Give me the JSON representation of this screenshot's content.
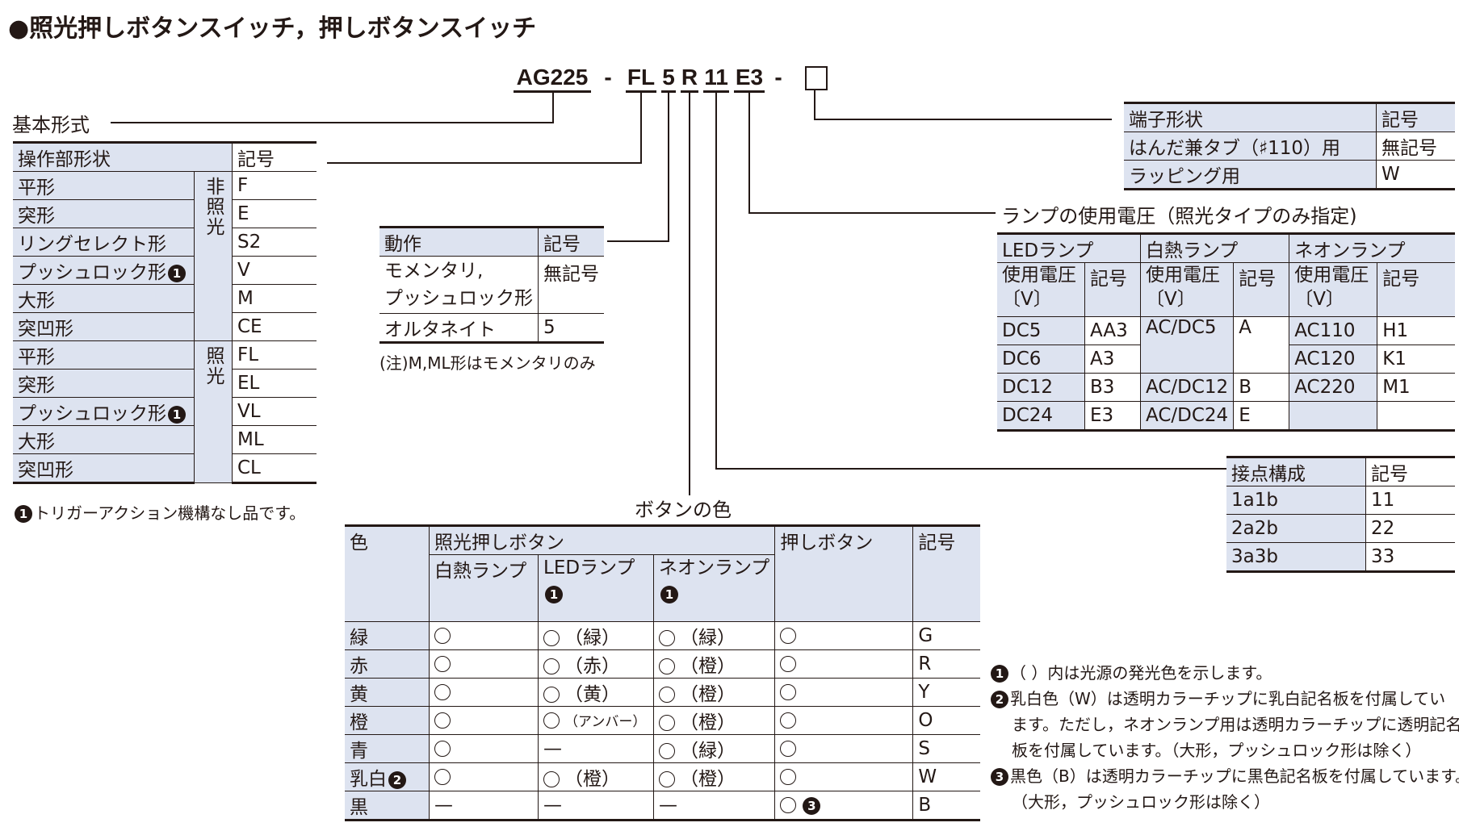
{
  "title": "●照光押しボタンスイッチ，押しボタンスイッチ",
  "model_code": {
    "parts": [
      "AG225",
      "-",
      "FL",
      "5",
      "R",
      "11",
      "E3",
      "-"
    ]
  },
  "basic_form": {
    "label": "基本形式",
    "header": [
      "操作部形状",
      "記号"
    ],
    "group_non_lit": "非照光",
    "group_lit": "照光",
    "rows_non_lit": [
      {
        "shape": "平形",
        "code": "F",
        "mark": ""
      },
      {
        "shape": "突形",
        "code": "E",
        "mark": ""
      },
      {
        "shape": "リングセレクト形",
        "code": "S2",
        "mark": ""
      },
      {
        "shape": "プッシュロック形",
        "code": "V",
        "mark": "1"
      },
      {
        "shape": "大形",
        "code": "M",
        "mark": ""
      },
      {
        "shape": "突凹形",
        "code": "CE",
        "mark": ""
      }
    ],
    "rows_lit": [
      {
        "shape": "平形",
        "code": "FL",
        "mark": ""
      },
      {
        "shape": "突形",
        "code": "EL",
        "mark": ""
      },
      {
        "shape": "プッシュロック形",
        "code": "VL",
        "mark": "1"
      },
      {
        "shape": "大形",
        "code": "ML",
        "mark": ""
      },
      {
        "shape": "突凹形",
        "code": "CL",
        "mark": ""
      }
    ],
    "footnote_num": "1",
    "footnote": "トリガーアクション機構なし品です。"
  },
  "action": {
    "header": [
      "動作",
      "記号"
    ],
    "rows": [
      {
        "name_line1": "モメンタリ,",
        "name_line2": "プッシュロック形",
        "code": "無記号"
      },
      {
        "name_line1": "オルタネイト",
        "name_line2": "",
        "code": "5"
      }
    ],
    "note": "(注)M,ML形はモメンタリのみ"
  },
  "terminal": {
    "header": [
      "端子形状",
      "記号"
    ],
    "rows": [
      {
        "name": "はんだ兼タブ（♯110）用",
        "code": "無記号"
      },
      {
        "name": "ラッピング用",
        "code": "W"
      }
    ]
  },
  "lamp_voltage": {
    "label": "ランプの使用電圧（照光タイプのみ指定)",
    "groups": [
      "LEDランプ",
      "白熱ランプ",
      "ネオンランプ"
    ],
    "sub_header_voltage": "使用電圧",
    "sub_header_unit": "〔V〕",
    "sub_header_code": "記号",
    "led": [
      [
        "DC5",
        "AA3"
      ],
      [
        "DC6",
        "A3"
      ],
      [
        "DC12",
        "B3"
      ],
      [
        "DC24",
        "E3"
      ]
    ],
    "incandescent": [
      [
        "AC/DC5",
        "A"
      ],
      [
        "AC/DC12",
        "B"
      ],
      [
        "AC/DC24",
        "E"
      ]
    ],
    "neon": [
      [
        "AC110",
        "H1"
      ],
      [
        "AC120",
        "K1"
      ],
      [
        "AC220",
        "M1"
      ]
    ]
  },
  "contact": {
    "header": [
      "接点構成",
      "記号"
    ],
    "rows": [
      [
        "1a1b",
        "11"
      ],
      [
        "2a2b",
        "22"
      ],
      [
        "3a3b",
        "33"
      ]
    ]
  },
  "button_color": {
    "label": "ボタンの色",
    "header_color": "色",
    "header_lit": "照光押しボタン",
    "header_push": "押しボタン",
    "header_code": "記号",
    "sub_incandescent": "白熱ランプ",
    "sub_led": "LEDランプ",
    "sub_neon": "ネオンランプ",
    "sub_led_mark": "1",
    "sub_neon_mark": "1",
    "dash": "—",
    "rows": [
      {
        "color": "緑",
        "mark": "",
        "inc": "",
        "led": "（緑）",
        "neon": "（緑）",
        "push_mark": "",
        "code": "G"
      },
      {
        "color": "赤",
        "mark": "",
        "inc": "",
        "led": "（赤）",
        "neon": "（橙）",
        "push_mark": "",
        "code": "R"
      },
      {
        "color": "黄",
        "mark": "",
        "inc": "",
        "led": "（黄）",
        "neon": "（橙）",
        "push_mark": "",
        "code": "Y"
      },
      {
        "color": "橙",
        "mark": "",
        "inc": "",
        "led": "（アンバー）",
        "neon": "（橙）",
        "push_mark": "",
        "code": "O"
      },
      {
        "color": "青",
        "mark": "",
        "inc": "",
        "led": "—",
        "neon": "（緑）",
        "push_mark": "",
        "code": "S"
      },
      {
        "color": "乳白",
        "mark": "2",
        "inc": "",
        "led": "（橙）",
        "neon": "（橙）",
        "push_mark": "",
        "code": "W"
      },
      {
        "color": "黒",
        "mark": "",
        "inc": "—",
        "led": "—",
        "neon": "—",
        "push_mark": "3",
        "code": "B"
      }
    ]
  },
  "notes": {
    "n1_num": "1",
    "n1": "（ ）内は光源の発光色を示します。",
    "n2_num": "2",
    "n2_l1": "乳白色（W）は透明カラーチップに乳白記名板を付属してい",
    "n2_l2": "ます。ただし，ネオンランプ用は透明カラーチップに透明記名",
    "n2_l3": "板を付属しています。（大形，プッシュロック形は除く）",
    "n3_num": "3",
    "n3_l1": "黒色（B）は透明カラーチップに黒色記名板を付属しています。",
    "n3_l2": "（大形，プッシュロック形は除く）"
  }
}
